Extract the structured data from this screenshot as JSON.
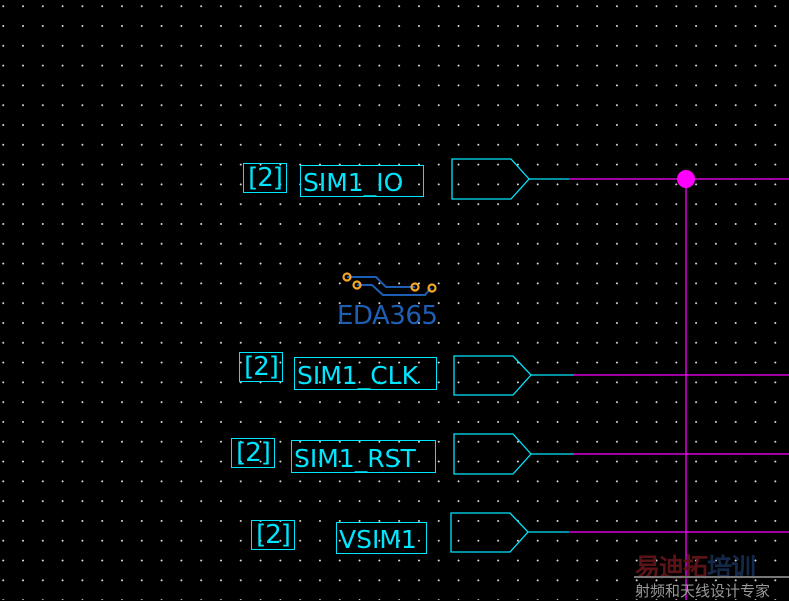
{
  "app": "schematic-editor",
  "canvas": {
    "background": "#000000",
    "grid_color": "#d8d8d8",
    "wire_color": "#ff00ff",
    "symbol_color": "#00e6ff"
  },
  "ports": [
    {
      "sheet_ref": "[2]",
      "net": "SIM1_IO"
    },
    {
      "sheet_ref": "[2]",
      "net": "SIM1_CLK"
    },
    {
      "sheet_ref": "[2]",
      "net": "SIM1_RST"
    },
    {
      "sheet_ref": "[2]",
      "net": "VSIM1"
    }
  ],
  "logo": {
    "text": "EDA365",
    "color": "#1f5fb3",
    "pad_color": "#f5a623"
  },
  "watermark": {
    "main_red": "易迪拓",
    "main_blue": "培训",
    "red_color": "#5a1418",
    "blue_color": "#14284a",
    "subtitle": "射频和天线设计专家"
  }
}
